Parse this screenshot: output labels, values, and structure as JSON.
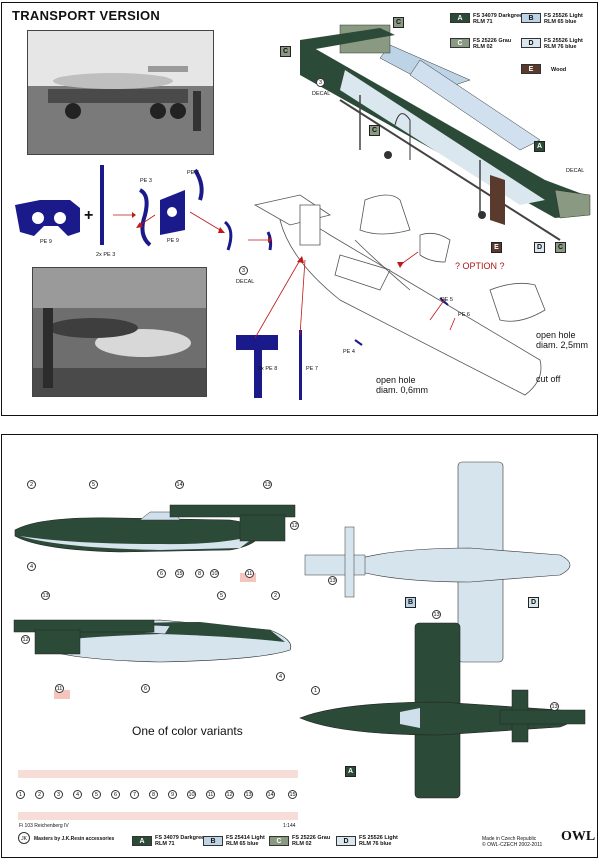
{
  "top": {
    "title": "TRANSPORT VERSION",
    "legend": [
      {
        "code": "A",
        "line1": "FS 34079 Darkgreen",
        "line2": "RLM 71",
        "color": "#2c4a38"
      },
      {
        "code": "B",
        "line1": "FS 25526 Light",
        "line2": "RLM 65   blue",
        "color": "#bcd4e6"
      },
      {
        "code": "C",
        "line1": "FS 25226 Grau",
        "line2": "RLM 02",
        "color": "#8a9a82"
      },
      {
        "code": "D",
        "line1": "FS 25526 Light",
        "line2": "RLM 76   blue",
        "color": "#dbe7ef"
      },
      {
        "code": "E",
        "line1": "Wood",
        "line2": "",
        "color": "#5a3a2c"
      }
    ],
    "decal": "DECAL",
    "parts": {
      "pe9a": "PE 9",
      "pe3a": "PE 3",
      "pe3b": "PE 3",
      "pe9b": "PE 9",
      "twope3": "2x PE 3",
      "twope8": "2x PE 8",
      "pe7": "PE 7",
      "pe5": "PE 5",
      "pe6": "PE 6",
      "pe4": "PE 4",
      "plus": "+",
      "three": "3"
    },
    "option": "? OPTION ?",
    "hole1_l1": "open hole",
    "hole1_l2": "diam. 2,5mm",
    "hole2_l1": "open hole",
    "hole2_l2": "diam. 0,6mm",
    "cutoff": "cut off"
  },
  "bottom": {
    "variant": "One of color variants",
    "numbers": [
      "1",
      "2",
      "3",
      "4",
      "5",
      "6",
      "7",
      "8",
      "9",
      "10",
      "11",
      "12",
      "13",
      "14",
      "15"
    ],
    "callouts": {
      "c2": "2",
      "c5": "5",
      "c14": "14",
      "c13": "13",
      "c12": "12",
      "c4": "4",
      "c6": "6",
      "c15": "15",
      "c8": "8",
      "c10": "10",
      "c11": "11",
      "c1": "1",
      "c3": "3"
    },
    "boxes": {
      "b": "B",
      "d": "D",
      "a": "A"
    },
    "model": "Fi 103 Reichenberg IV",
    "scale": "1:144",
    "brand": "Masters by J.K.Resin accessories",
    "legend": [
      {
        "code": "A",
        "line1": "FS 34079 Darkgreen",
        "line2": "RLM 71",
        "color": "#2c4a38"
      },
      {
        "code": "B",
        "line1": "FS 25414 Light",
        "line2": "RLM 65   blue",
        "color": "#bcd4e6"
      },
      {
        "code": "C",
        "line1": "FS 25226 Grau",
        "line2": "RLM 02",
        "color": "#8a9a82"
      },
      {
        "code": "D",
        "line1": "FS 25526 Light",
        "line2": "RLM 76   blue",
        "color": "#dbe7ef"
      }
    ],
    "made": "Made in Czech Republic",
    "copyright": "© OWL-CZECH 2002-2011",
    "logo": "OWL"
  }
}
